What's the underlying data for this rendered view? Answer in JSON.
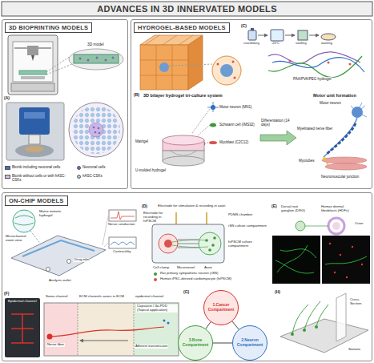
{
  "diagram": {
    "title": "ADVANCES IN 3D INNERVATED MODELS",
    "nodes": [
      {
        "text": [
          "3D BIOPRINTING MODELS"
        ]
      },
      {
        "text": [
          "HYDROGEL-BASED MODELS"
        ]
      },
      {
        "text": [
          "ON-CHIP MODELS"
        ]
      },
      {
        "text": [
          "1.Cancer Compartment"
        ],
        "in": 2
      },
      {
        "text": [
          "2.Neuron Compartment"
        ],
        "in": 2
      },
      {
        "text": [
          "3.Bone Compartment"
        ],
        "in": 2
      }
    ],
    "edges": [
      {
        "from": 3,
        "to": 4,
        "arrow": "none"
      },
      {
        "from": 4,
        "to": 5,
        "arrow": "none"
      },
      {
        "from": 5,
        "to": 3,
        "arrow": "none"
      }
    ],
    "labels": [
      "3D model",
      "(A)",
      "(C)",
      "crosslinking",
      "-20°C",
      "swelling",
      "washing",
      "PAA/PVA/PEG hydrogel",
      "(B)",
      "3D bilayer hydrogel tri-culture system",
      "Motor unit formation",
      "Motor neuron (MN1)",
      "Schwann cell (IMS32)",
      "Myoblast (C2C12)",
      "Matrigel",
      "U-molded hydrogel",
      "Differentiation (14 days)",
      "Motor neuron",
      "Myelinated nerve fiber",
      "Myotubes",
      "Neuromuscular junction",
      "Microchannel zoom view",
      "Matrix mimetic hydrogel",
      "Drug inlet",
      "Analysis outlet",
      "Nerve conduction",
      "Contractility",
      "(D)",
      "Electrode for stimulation & recording in axon",
      "PDMS chamber",
      "rSN culture compartment",
      "Electrode for recording in hiPSCM",
      "Cell clump",
      "Microtunnel",
      "Axon",
      "Rat primary sympathetic neuron (rSN)",
      "Human iPSC-derived cardiomyocyte (hiPSCM)",
      "hiPSCM culture compartment",
      "(E)",
      "Dorsal root ganglion (DRG)",
      "Human dermal fibroblasts (HDFs)",
      "Outer",
      "(F)",
      "Epidermal channel",
      "Soma channel",
      "ECM channels axons in ECM",
      "epidermal channel",
      "Nerve fiber",
      "Capsaicin / 4α-PDD (Topical application)",
      "Afferent transmission",
      "(G)",
      "(H)",
      "Cross-Section",
      "Somatic"
    ],
    "legend": [
      {
        "text": "Bioink including neuronal cells",
        "color": "#3f6fb5"
      },
      {
        "text": "Bioink without cells or with hASC-CSKs",
        "color": "#cdbfe6"
      },
      {
        "text": "Neuronal cells",
        "color": "#8a5fb8"
      },
      {
        "text": "hASC-CSKs",
        "color": "#a8cbe8"
      }
    ]
  }
}
